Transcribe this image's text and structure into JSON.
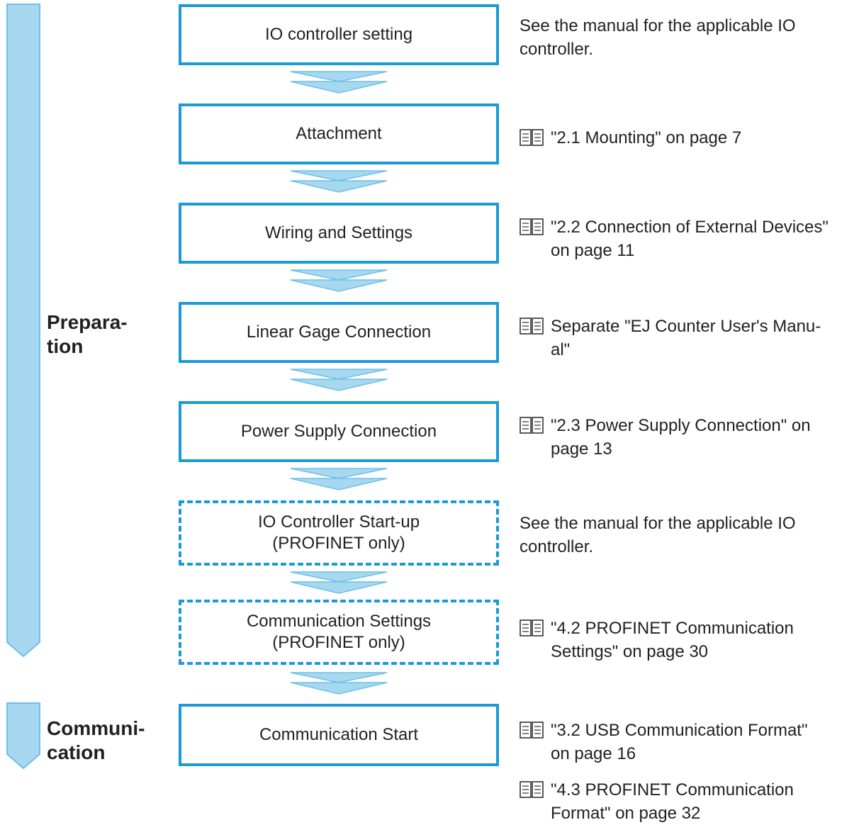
{
  "phases": {
    "preparation": [
      "Prepara-",
      "tion"
    ],
    "communication": [
      "Communi-",
      "cation"
    ]
  },
  "steps": [
    {
      "lines": [
        "IO controller setting"
      ],
      "dashed": false
    },
    {
      "lines": [
        "Attachment"
      ],
      "dashed": false
    },
    {
      "lines": [
        "Wiring and Settings"
      ],
      "dashed": false
    },
    {
      "lines": [
        "Linear Gage Connection"
      ],
      "dashed": false
    },
    {
      "lines": [
        "Power Supply Connection"
      ],
      "dashed": false
    },
    {
      "lines": [
        "IO Controller Start-up",
        "(PROFINET only)"
      ],
      "dashed": true
    },
    {
      "lines": [
        "Communication Settings",
        "(PROFINET only)"
      ],
      "dashed": true
    },
    {
      "lines": [
        "Communication Start"
      ],
      "dashed": false
    }
  ],
  "references": [
    {
      "icon": "",
      "lines": [
        "See the manual for the applicable IO",
        "controller."
      ]
    },
    {
      "icon": "book-icon",
      "lines": [
        "\"2.1 Mounting\" on page 7"
      ]
    },
    {
      "icon": "book-icon",
      "lines": [
        "\"2.2 Connection of External Devices\"",
        "on page 11"
      ]
    },
    {
      "icon": "book-icon",
      "lines": [
        "Separate \"EJ Counter User's Manu-",
        "al\""
      ]
    },
    {
      "icon": "book-icon",
      "lines": [
        "\"2.3 Power Supply Connection\" on",
        "page 13"
      ]
    },
    {
      "icon": "",
      "lines": [
        "See the manual for the applicable IO",
        "controller."
      ]
    },
    {
      "icon": "book-icon",
      "lines": [
        "\"4.2 PROFINET Communication",
        "Settings\" on page 30"
      ]
    },
    {
      "icon": "book-icon",
      "lines": [
        "\"3.2 USB Communication Format\"",
        "on page 16"
      ]
    },
    {
      "icon": "book-icon",
      "lines": [
        "\"4.3 PROFINET Communication",
        "Format\" on page 32"
      ]
    }
  ],
  "colors": {
    "box_border": "#1a9ad6",
    "arrow_fill": "#a8d8f0",
    "arrow_stroke": "#6cc0e8"
  }
}
